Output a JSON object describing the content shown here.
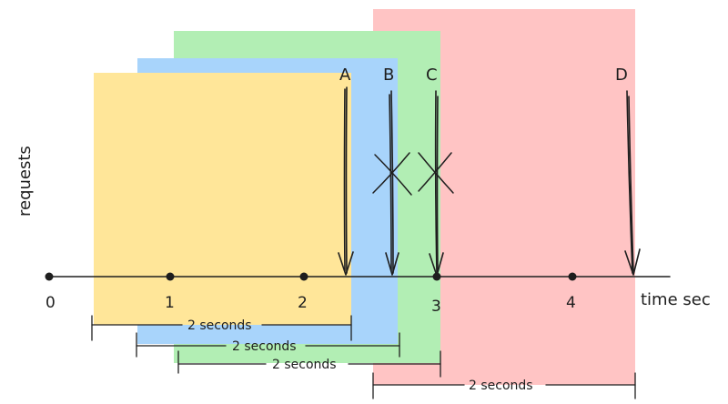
{
  "y_axis_label": "requests",
  "x_axis_label": "time sec",
  "ticks": [
    "0",
    "1",
    "2",
    "3",
    "4"
  ],
  "requests": [
    "A",
    "B",
    "C",
    "D"
  ],
  "rejected": [
    "B",
    "C"
  ],
  "window_label": "2 seconds",
  "windows": [
    {
      "color": "#ffe699",
      "label": "2 seconds"
    },
    {
      "color": "#a8d4fb",
      "label": "2 seconds"
    },
    {
      "color": "#b2eeb4",
      "label": "2 seconds"
    },
    {
      "color": "#ffc4c4",
      "label": "2 seconds"
    }
  ]
}
